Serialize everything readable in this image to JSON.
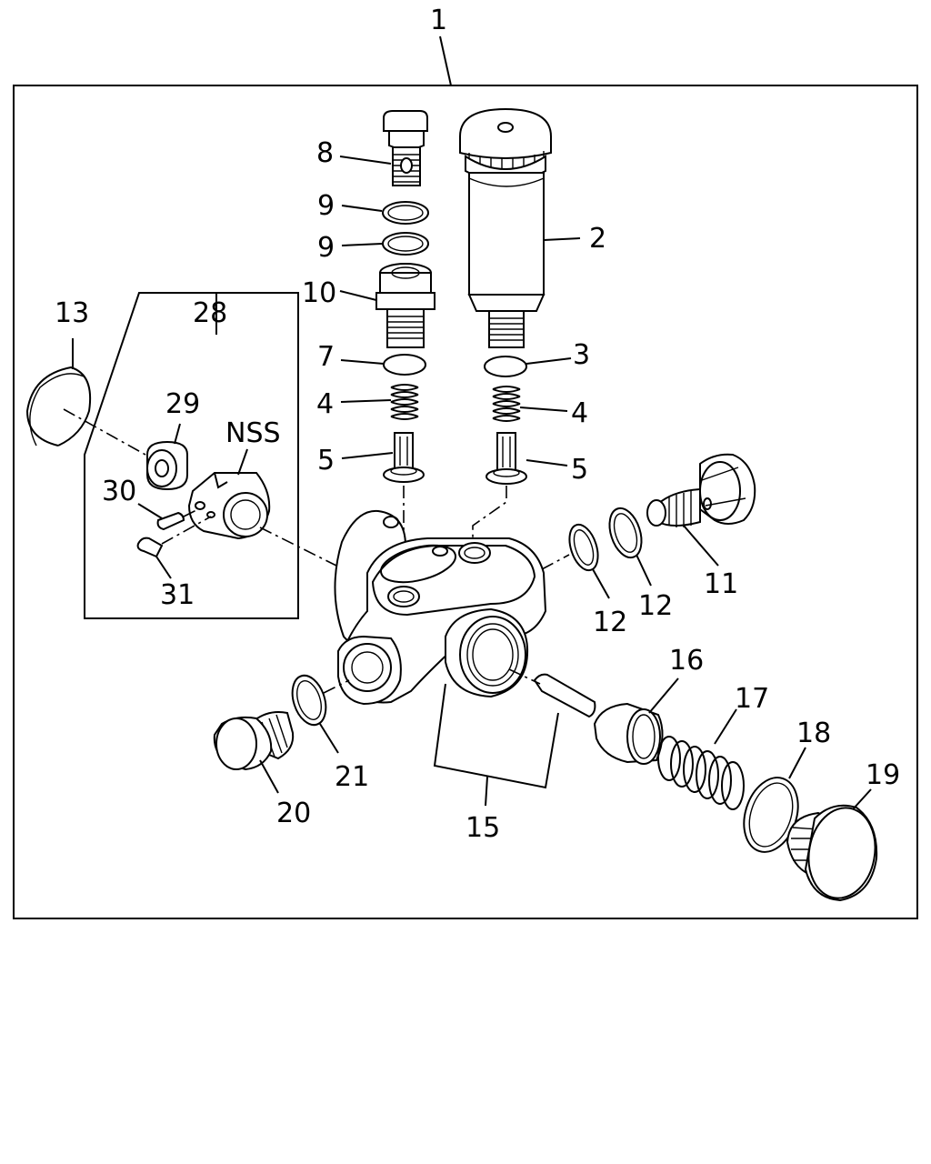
{
  "labels": {
    "p1": "1",
    "p2": "2",
    "p3": "3",
    "p4a": "4",
    "p4b": "4",
    "p5a": "5",
    "p5b": "5",
    "p7": "7",
    "p8": "8",
    "p9a": "9",
    "p9b": "9",
    "p10": "10",
    "p11": "11",
    "p12a": "12",
    "p12b": "12",
    "p13": "13",
    "p15": "15",
    "p16": "16",
    "p17": "17",
    "p18": "18",
    "p19": "19",
    "p20": "20",
    "p21": "21",
    "p28": "28",
    "p29": "29",
    "p30": "30",
    "p31": "31",
    "nss": "NSS"
  }
}
